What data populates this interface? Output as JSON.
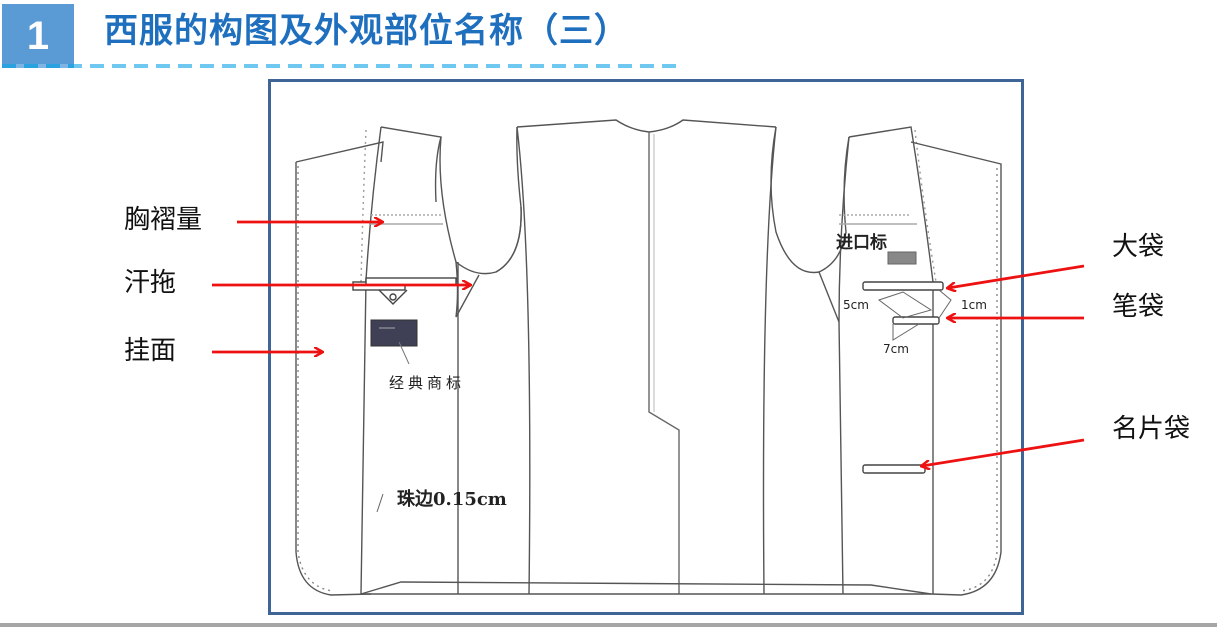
{
  "header": {
    "section_number": "1",
    "title": "西服的构图及外观部位名称（三）",
    "accent_color": "#5b9bd5",
    "title_color": "#1f6fbf"
  },
  "diagram": {
    "frame_color": "#3e6596",
    "arrow_color": "#ee1111",
    "callouts_left": [
      {
        "label": "胸褶量"
      },
      {
        "label": "汗拖"
      },
      {
        "label": "挂面"
      }
    ],
    "callouts_right": [
      {
        "label": "大袋"
      },
      {
        "label": "笔袋"
      },
      {
        "label": "名片袋"
      }
    ],
    "annotations": {
      "brand_label": "经典商标",
      "import_label": "进口标",
      "edge_stitch": "珠边0.15cm",
      "dim_5cm": "5cm",
      "dim_1cm": "1cm",
      "dim_7cm": "7cm"
    }
  }
}
